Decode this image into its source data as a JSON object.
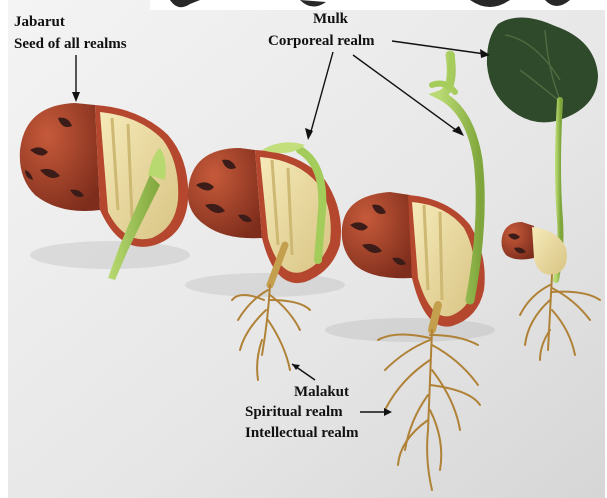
{
  "labels": {
    "jabarut": {
      "name": "Jabarut",
      "desc": "Seed of all realms"
    },
    "mulk": {
      "name": "Mulk",
      "desc": "Corporeal realm"
    },
    "malakut": {
      "name": "Malakut",
      "line1": "Spiritual realm",
      "line2": "Intellectual realm"
    }
  },
  "colors": {
    "seed_coat": "#a2452c",
    "seed_coat_spots": "#3c1c18",
    "cotyledon": "#ecdca2",
    "sprout": "#9cc455",
    "root": "#b08237",
    "leaf": "#2f4a2a",
    "background": "#ececec"
  }
}
